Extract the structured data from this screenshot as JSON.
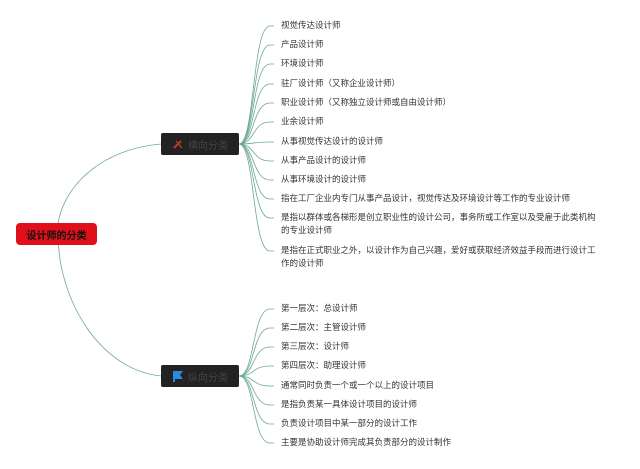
{
  "root": {
    "label": "设计师的分类",
    "color": "#e0101a"
  },
  "branches": [
    {
      "label": "横向分类",
      "icon": "tools-icon",
      "leaves": [
        "视觉传达设计师",
        "产品设计师",
        "环境设计师",
        "驻厂设计师（又称企业设计师）",
        "职业设计师（又称独立设计师或自由设计师）",
        "业余设计师",
        "从事视觉传达设计的设计师",
        "从事产品设计的设计师",
        "从事环境设计的设计师",
        "指在工厂企业内专门从事产品设计，视觉传达及环境设计等工作的专业设计师",
        "是指以群体或各梯形是创立职业性的设计公司，事务所或工作室以及受雇于此类机构的专业设计师",
        "是指在正式职业之外，以设计作为自己兴趣，爱好或获取经济效益手段而进行设计工作的设计师"
      ]
    },
    {
      "label": "纵向分类",
      "icon": "flag-icon",
      "leaves": [
        "第一层次：总设计师",
        "第二层次：主管设计师",
        "第三层次：设计师",
        "第四层次：助理设计师",
        "通常同时负责一个或一个以上的设计项目",
        "是指负责某一具体设计项目的设计师",
        "负责设计项目中某一部分的设计工作",
        "主要是协助设计师完成其负责部分的设计制作"
      ]
    }
  ],
  "line_color": "#6aa898"
}
